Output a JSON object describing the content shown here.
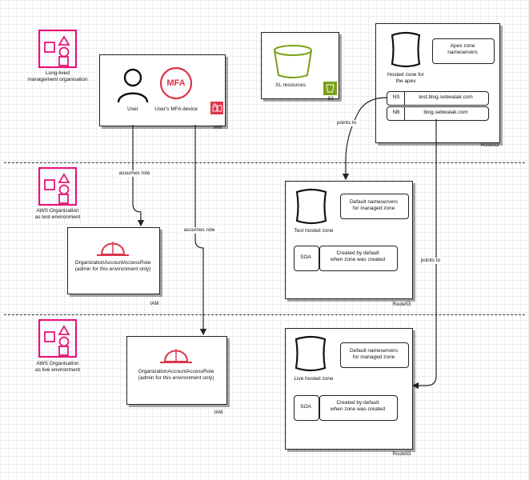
{
  "colors": {
    "org": "#e7157b",
    "iam": "#dd344c",
    "route53": "#8c4fff",
    "s3": "#7aa116",
    "edge": "#222222"
  },
  "orgs": {
    "management": {
      "line1": "Long-lived",
      "line2": "management organisation",
      "icon": "organizations-icon"
    },
    "test": {
      "line1": "AWS Organisation",
      "line2": "as test environment",
      "icon": "organizations-icon"
    },
    "live": {
      "line1": "AWS Organisation",
      "line2": "as live environment",
      "icon": "organizations-icon"
    }
  },
  "iam_main": {
    "user_label": "User",
    "mfa_text": "MFA",
    "mfa_label": "User's MFA device",
    "service": "IAM"
  },
  "iam_test": {
    "role_line1": "OrganizationAccountAccessRole",
    "role_line2": "(admin for this environment only)",
    "service": "IAM"
  },
  "iam_live": {
    "role_line1": "OrganizationAccountAccessRole",
    "role_line2": "(admin for this environment only)",
    "service": "IAM"
  },
  "s3": {
    "label": "XL resources",
    "service": "S3"
  },
  "apex": {
    "apex_ns_line1": "Apex zone",
    "apex_ns_line2": "nameservers",
    "zone_line1": "Hosted zone for",
    "zone_line2": "the apex",
    "records": [
      {
        "type": "NS",
        "value": "test.blog.sebwalak.com"
      },
      {
        "type": "NB",
        "value": "blog.sebwalak.com"
      }
    ],
    "service": "Route53"
  },
  "test_zone": {
    "ns_line1": "Default nameservers",
    "ns_line2": "for managed zone",
    "zone_label": "Test hosted zone",
    "soa": "SOA",
    "soa_line1": "Created by default",
    "soa_line2": "when zone was created",
    "service": "Route53"
  },
  "live_zone": {
    "ns_line1": "Default nameservers",
    "ns_line2": "for managed zone",
    "zone_label": "Live hosted zone",
    "soa": "SOA",
    "soa_line1": "Created by default",
    "soa_line2": "when zone was created",
    "service": "Route53"
  },
  "edges": {
    "assumes_role_1": "assumes role",
    "assumes_role_2": "assumes role",
    "points_to_1": "points to",
    "points_to_2": "points to"
  }
}
